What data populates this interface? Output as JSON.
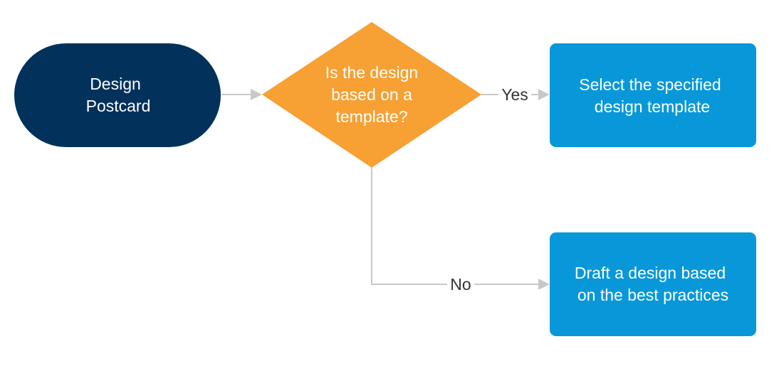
{
  "diagram": {
    "colors": {
      "start": "#02325b",
      "decision": "#f7a033",
      "process": "#0898d9",
      "connector": "#c8c8c8",
      "edge_label": "#333333",
      "node_text": "#ffffff"
    },
    "start": {
      "line1": "Design",
      "line2": "Postcard"
    },
    "decision": {
      "line1": "Is the design",
      "line2": "based on a",
      "line3": "template?"
    },
    "yes_label": "Yes",
    "no_label": "No",
    "process_yes": {
      "line1": "Select the specified",
      "line2": "design template"
    },
    "process_no": {
      "line1": "Draft a design based",
      "line2": "on the best practices"
    }
  }
}
